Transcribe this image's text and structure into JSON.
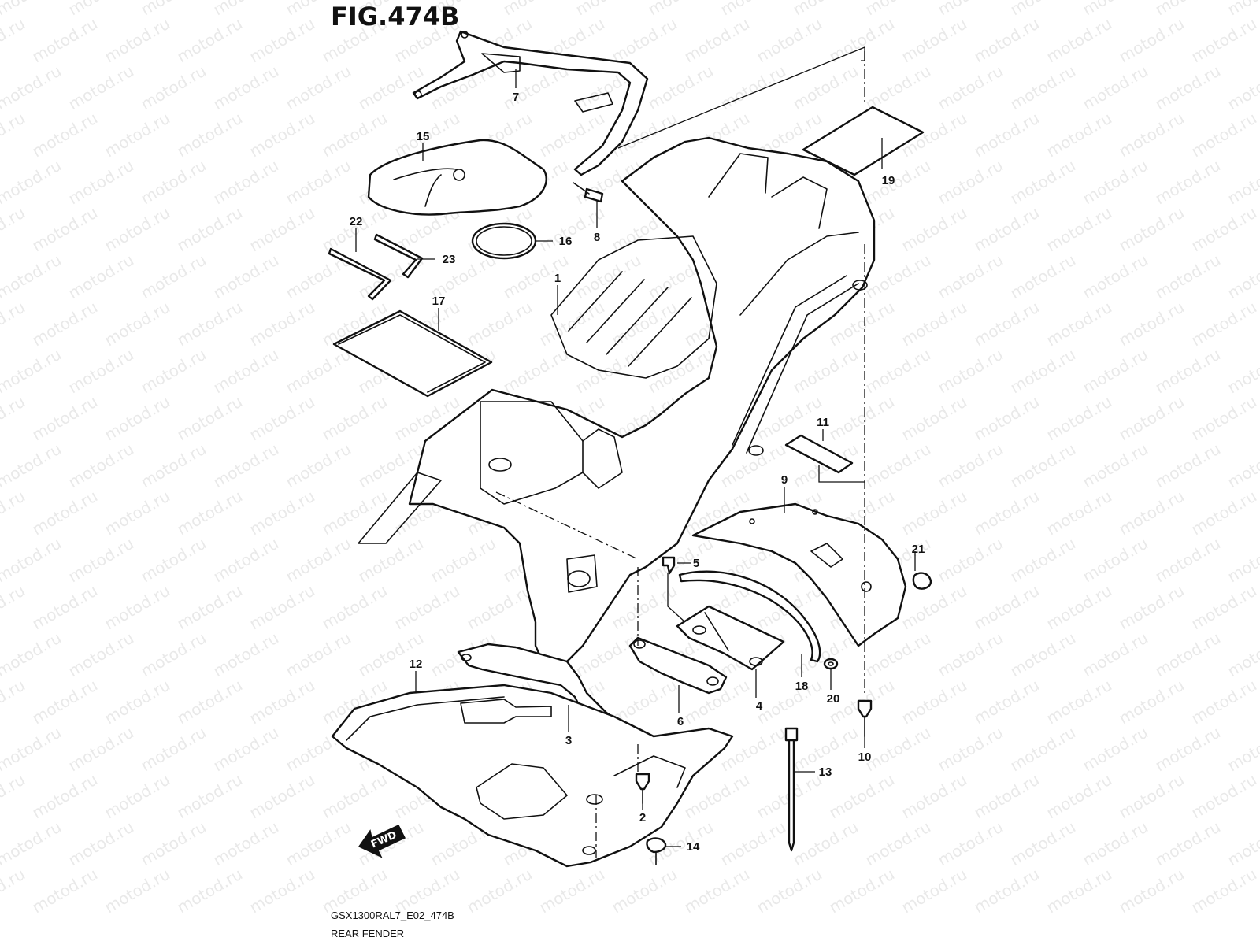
{
  "figure": {
    "title": "FIG.474B",
    "model_code": "GSX1300RAL7_E02_474B",
    "caption": "REAR FENDER",
    "watermark": "motod.ru",
    "fwd_label": "FWD"
  },
  "callouts": [
    {
      "id": "c1",
      "label": "1"
    },
    {
      "id": "c2",
      "label": "2"
    },
    {
      "id": "c3",
      "label": "3"
    },
    {
      "id": "c4",
      "label": "4"
    },
    {
      "id": "c5",
      "label": "5"
    },
    {
      "id": "c6",
      "label": "6"
    },
    {
      "id": "c7",
      "label": "7"
    },
    {
      "id": "c8",
      "label": "8"
    },
    {
      "id": "c9",
      "label": "9"
    },
    {
      "id": "c10",
      "label": "10"
    },
    {
      "id": "c11",
      "label": "11"
    },
    {
      "id": "c12",
      "label": "12"
    },
    {
      "id": "c13",
      "label": "13"
    },
    {
      "id": "c14",
      "label": "14"
    },
    {
      "id": "c15",
      "label": "15"
    },
    {
      "id": "c16",
      "label": "16"
    },
    {
      "id": "c17",
      "label": "17"
    },
    {
      "id": "c18",
      "label": "18"
    },
    {
      "id": "c19",
      "label": "19"
    },
    {
      "id": "c20",
      "label": "20"
    },
    {
      "id": "c21",
      "label": "21"
    },
    {
      "id": "c22",
      "label": "22"
    },
    {
      "id": "c23",
      "label": "23"
    }
  ],
  "colors": {
    "line": "#111111",
    "background": "#ffffff",
    "watermark": "#cfcfcf"
  }
}
